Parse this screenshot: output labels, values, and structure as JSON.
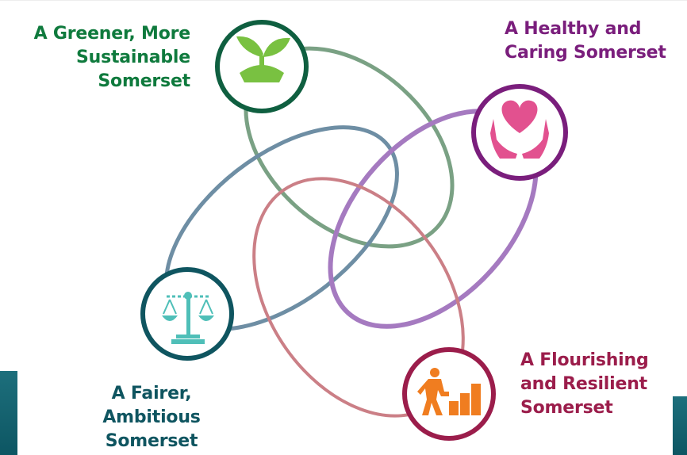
{
  "themes": [
    {
      "id": "greener",
      "label": "A Greener, More\nSustainable\nSomerset",
      "icon": "plant-seedling-icon",
      "color": "#0f7a3d",
      "ring_color": "#7aa184"
    },
    {
      "id": "healthy",
      "label": "A Healthy and\nCaring Somerset",
      "icon": "heart-in-hands-icon",
      "color": "#7a1e7c",
      "ring_color": "#a57ac0"
    },
    {
      "id": "fairer",
      "label": "A Fairer,\nAmbitious\nSomerset",
      "icon": "balance-scales-icon",
      "color": "#0f5560",
      "ring_color": "#6e8ea4"
    },
    {
      "id": "flourishing",
      "label": "A Flourishing\nand Resilient\nSomerset",
      "icon": "climbing-steps-icon",
      "color": "#9b1d4b",
      "ring_color": "#cb7f86"
    }
  ],
  "accent_colors": {
    "plant_green": "#79c141",
    "heart_pink": "#e2518f",
    "scale_teal": "#4fbfb8",
    "steps_orange": "#f07d20",
    "background_teal": "#0d5663"
  }
}
